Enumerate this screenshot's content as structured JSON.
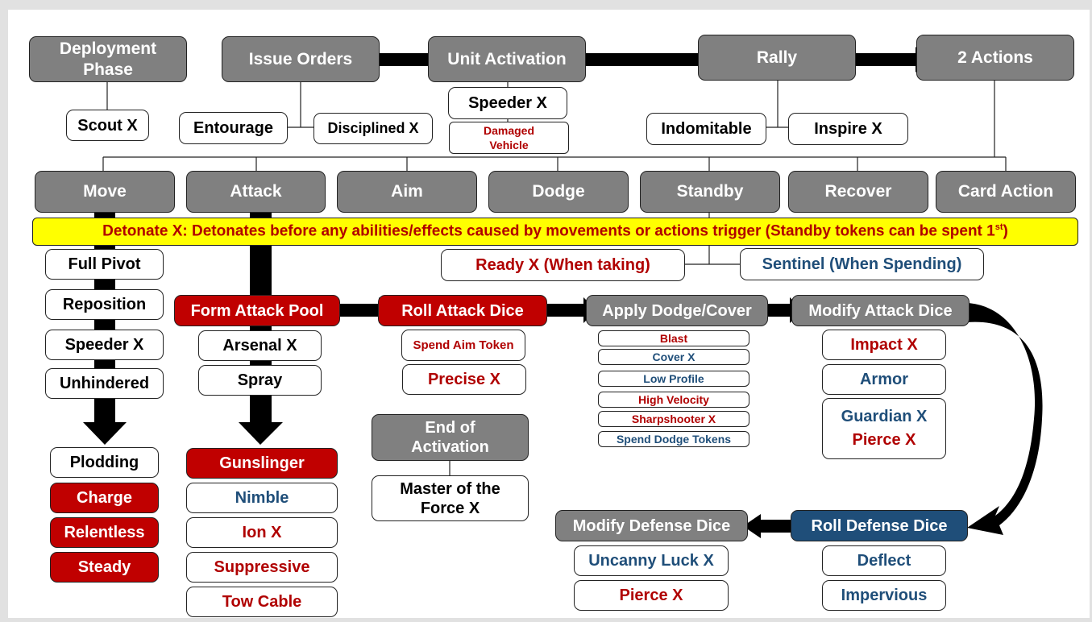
{
  "colors": {
    "gray_box": "#808080",
    "red_box": "#c00000",
    "blue_box": "#1f4e79",
    "red_text": "#b00000",
    "blue_text": "#1f4e79",
    "banner": "#ffff00"
  },
  "phases": {
    "deployment": "Deployment Phase",
    "issue_orders": "Issue Orders",
    "unit_activation": "Unit Activation",
    "rally": "Rally",
    "two_actions": "2 Actions"
  },
  "phase_keywords": {
    "scout": "Scout X",
    "entourage": "Entourage",
    "disciplined": "Disciplined X",
    "speeder": "Speeder X",
    "damaged_vehicle": "Damaged Vehicle",
    "indomitable": "Indomitable",
    "inspire": "Inspire X"
  },
  "actions": [
    "Move",
    "Attack",
    "Aim",
    "Dodge",
    "Standby",
    "Recover",
    "Card Action"
  ],
  "banner": {
    "text": "Detonate X: Detonates before any abilities/effects caused by movements or actions trigger (Standby tokens can be spent 1",
    "sup": "st",
    "close": ")"
  },
  "standby": {
    "ready": "Ready X (When taking)",
    "sentinel": "Sentinel (When Spending)"
  },
  "move_column": {
    "upper": [
      "Full Pivot",
      "Reposition",
      "Speeder X",
      "Unhindered"
    ],
    "lower": [
      {
        "label": "Plodding",
        "style": "white"
      },
      {
        "label": "Charge",
        "style": "red"
      },
      {
        "label": "Relentless",
        "style": "red"
      },
      {
        "label": "Steady",
        "style": "red"
      }
    ]
  },
  "attack_column": {
    "form_pool": "Form Attack Pool",
    "upper": [
      "Arsenal X",
      "Spray"
    ],
    "lower": [
      {
        "label": "Gunslinger",
        "style": "red"
      },
      {
        "label": "Nimble",
        "style": "blue-text"
      },
      {
        "label": "Ion X",
        "style": "red-text"
      },
      {
        "label": "Suppressive",
        "style": "red-text"
      },
      {
        "label": "Tow Cable",
        "style": "red-text"
      }
    ]
  },
  "attack_steps": {
    "roll_attack": "Roll Attack Dice",
    "roll_attack_items": [
      "Spend Aim Token",
      "Precise X"
    ],
    "apply_dodge": "Apply Dodge/Cover",
    "apply_dodge_items": [
      {
        "label": "Blast",
        "style": "red-text"
      },
      {
        "label": "Cover X",
        "style": "blue-text"
      },
      {
        "label": "Low Profile",
        "style": "blue-text"
      },
      {
        "label": "High Velocity",
        "style": "red-text"
      },
      {
        "label": "Sharpshooter X",
        "style": "red-text"
      },
      {
        "label": "Spend Dodge Tokens",
        "style": "blue-text"
      }
    ],
    "modify_attack": "Modify Attack Dice",
    "modify_attack_items": [
      "Impact X",
      "Armor"
    ],
    "guardian": "Guardian X",
    "pierce_attack": "Pierce X",
    "roll_defense": "Roll Defense Dice",
    "roll_defense_items": [
      "Deflect",
      "Impervious"
    ],
    "modify_defense": "Modify Defense Dice",
    "modify_defense_items": [
      {
        "label": "Uncanny Luck X",
        "style": "blue-text"
      },
      {
        "label": "Pierce X",
        "style": "red-text"
      }
    ]
  },
  "end_activation": {
    "title": "End of Activation",
    "item": "Master of the Force X"
  }
}
